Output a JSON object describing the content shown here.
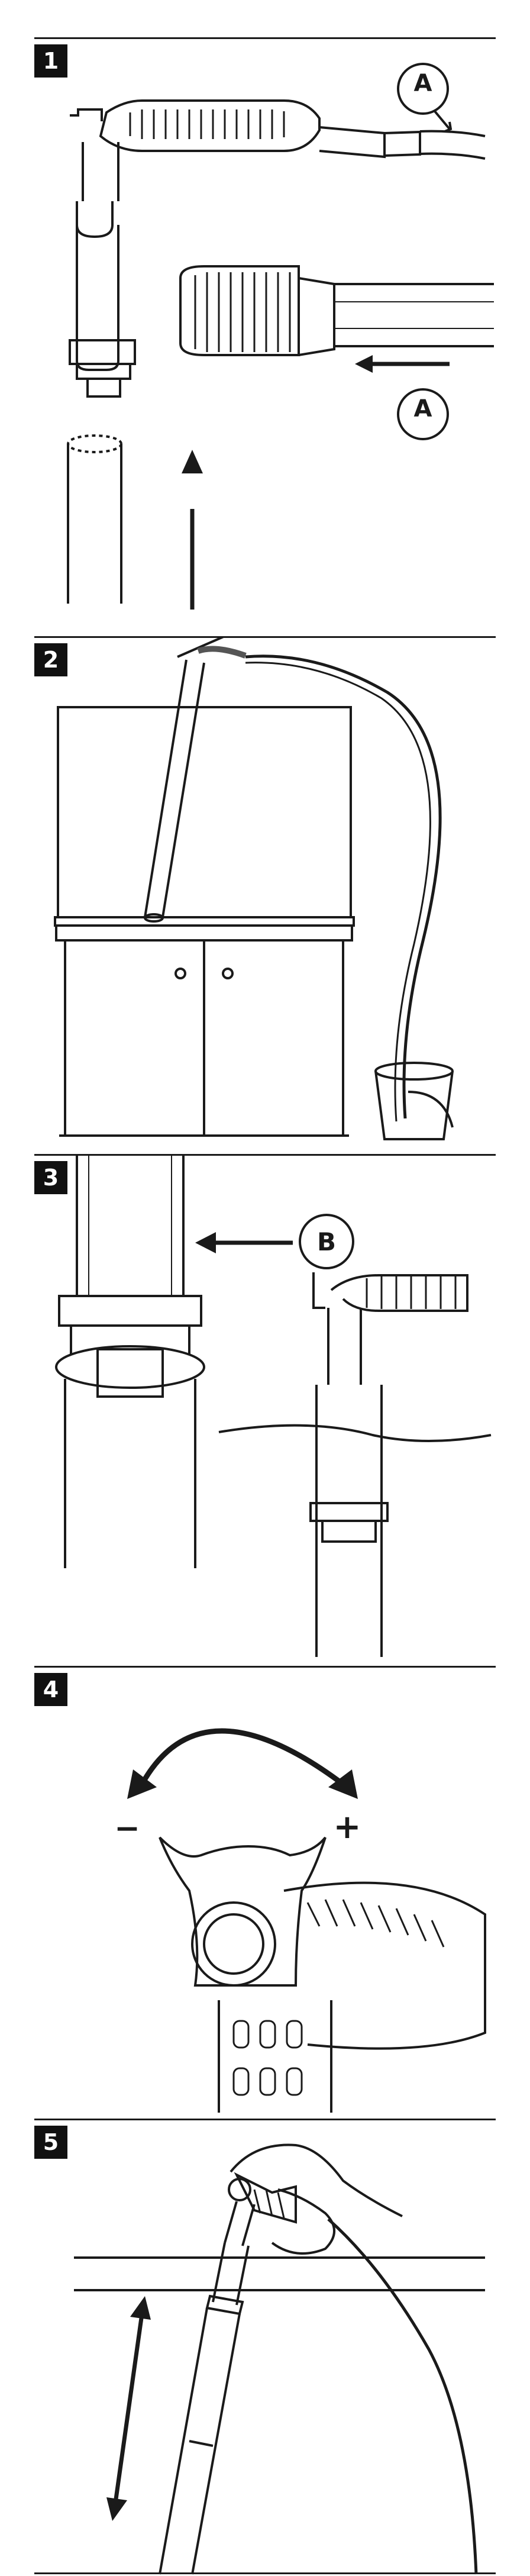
{
  "steps": [
    {
      "number": "1",
      "callouts": [
        "A",
        "A"
      ]
    },
    {
      "number": "2"
    },
    {
      "number": "3",
      "callouts": [
        "B"
      ]
    },
    {
      "number": "4",
      "signs": {
        "minus": "−",
        "plus": "+"
      }
    },
    {
      "number": "5"
    }
  ],
  "colors": {
    "ink": "#1a1a1a",
    "badge": "#111111",
    "background": "#ffffff"
  }
}
